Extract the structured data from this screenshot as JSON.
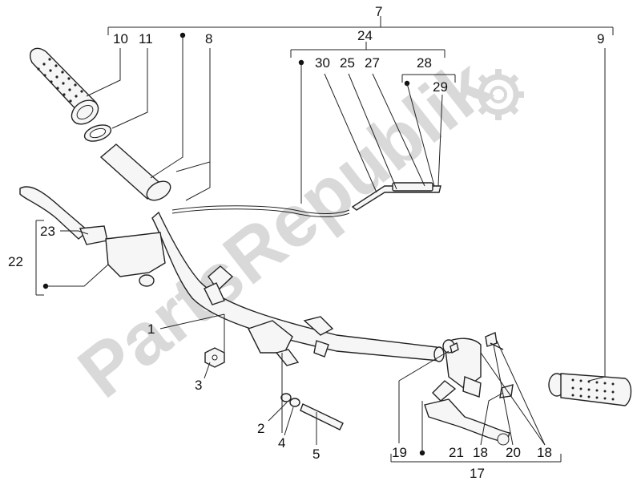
{
  "watermark": {
    "text": "PartsRepublik"
  },
  "labels": {
    "p1": "1",
    "p3": "3",
    "p2": "2",
    "p4": "4",
    "p5": "5",
    "p7": "7",
    "p8": "8",
    "p9": "9",
    "p10": "10",
    "p11": "11",
    "p17": "17",
    "p18a": "18",
    "p18b": "18",
    "p19": "19",
    "p20": "20",
    "p21": "21",
    "p22": "22",
    "p23": "23",
    "p24": "24",
    "p25": "25",
    "p27": "27",
    "p28": "28",
    "p29": "29",
    "p30": "30"
  },
  "colors": {
    "line": "#222222",
    "watermark": "#d9d9d9",
    "background": "#ffffff"
  }
}
